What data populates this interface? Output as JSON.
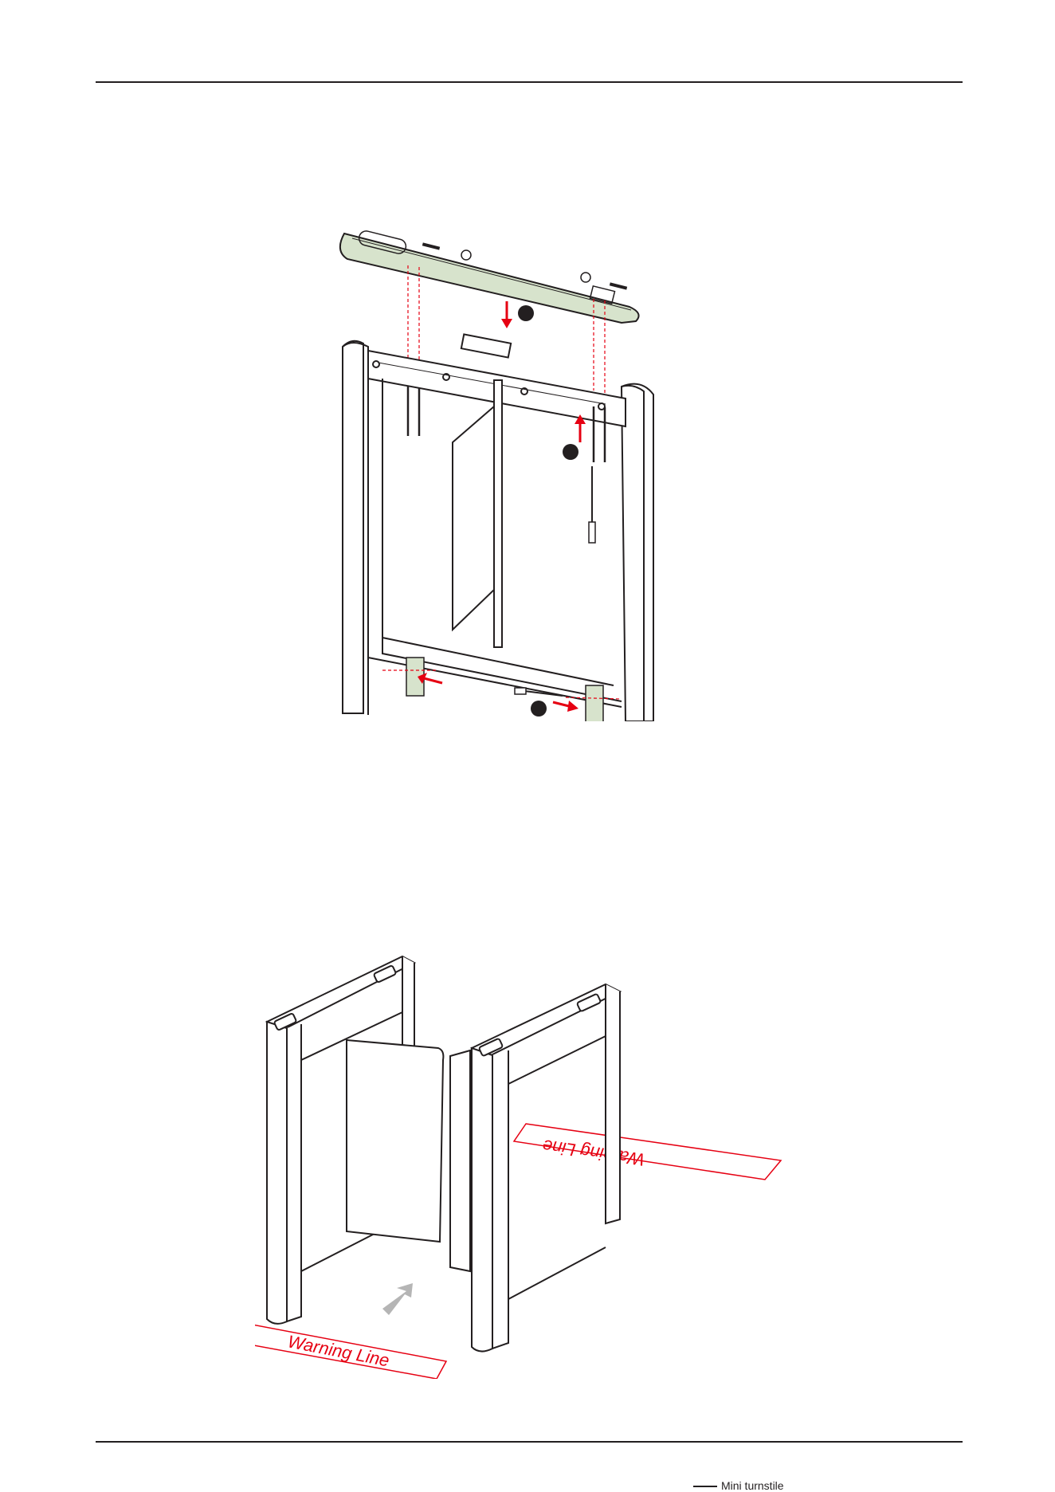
{
  "figure2": {
    "warning_label_front": "Warning Line",
    "warning_label_back": "Warning Line"
  },
  "footer": {
    "caption": "Mini turnstile"
  },
  "colors": {
    "accent_red": "#e60012",
    "top_panel_green": "#d7e3cc",
    "line": "#231f20",
    "arrow_gray": "#b5b5b5"
  }
}
